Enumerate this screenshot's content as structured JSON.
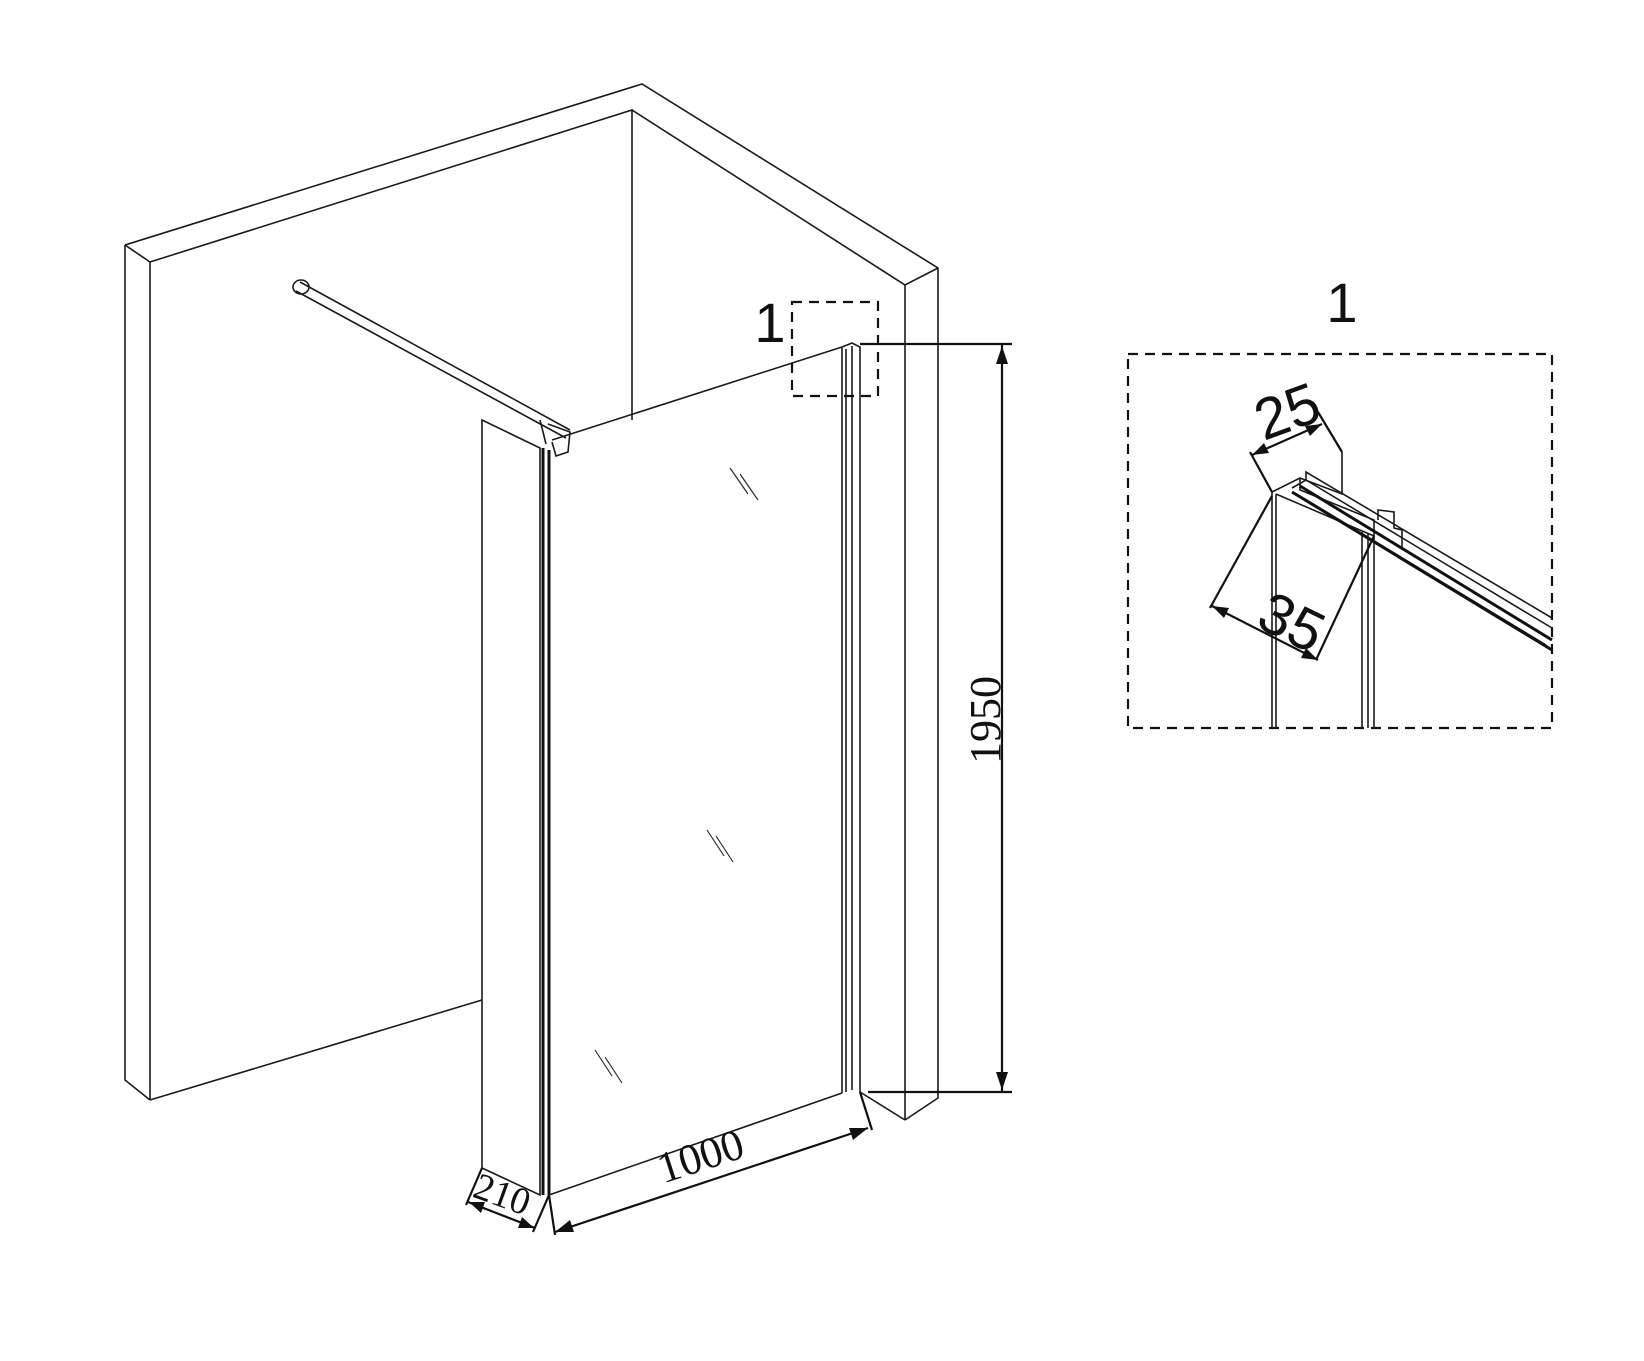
{
  "drawing": {
    "dimensions": {
      "height": "1950",
      "width": "1000",
      "depth": "210"
    },
    "detail_marker": "1",
    "detail": {
      "title": "1",
      "dim_a": "25",
      "dim_b": "35"
    },
    "colors": {
      "line": "#1a1a1a",
      "background": "#ffffff"
    }
  }
}
